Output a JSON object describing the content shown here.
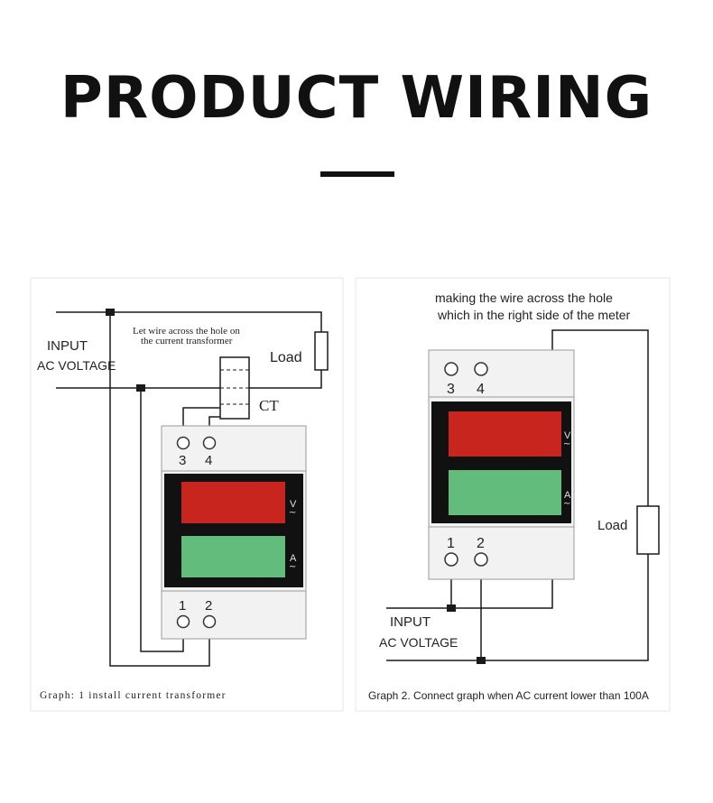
{
  "header": {
    "title": "PRODUCT WIRING"
  },
  "graph1": {
    "input_label": "INPUT",
    "ac_label": "AC VOLTAGE",
    "note_line1": "Let wire across the hole on",
    "note_line2": "the current transformer",
    "load_label": "Load",
    "ct_label": "CT",
    "terminal_3": "3",
    "terminal_4": "4",
    "terminal_1": "1",
    "terminal_2": "2",
    "volt_symbol": "V",
    "amp_symbol": "A",
    "caption": "Graph: 1 install current transformer"
  },
  "graph2": {
    "note_line1": "making the wire across the hole",
    "note_line2": "which in the right side of the meter",
    "terminal_3": "3",
    "terminal_4": "4",
    "terminal_1": "1",
    "terminal_2": "2",
    "volt_symbol": "V",
    "amp_symbol": "A",
    "load_label": "Load",
    "input_label": "INPUT",
    "ac_label": "AC VOLTAGE",
    "caption": "Graph 2. Connect graph when AC current lower than 100A"
  },
  "colors": {
    "voltage_display": "#c8251f",
    "current_display": "#62bd7c",
    "display_bg": "#111111",
    "meter_body": "#f2f2f2",
    "wire": "#1a1a1a"
  }
}
